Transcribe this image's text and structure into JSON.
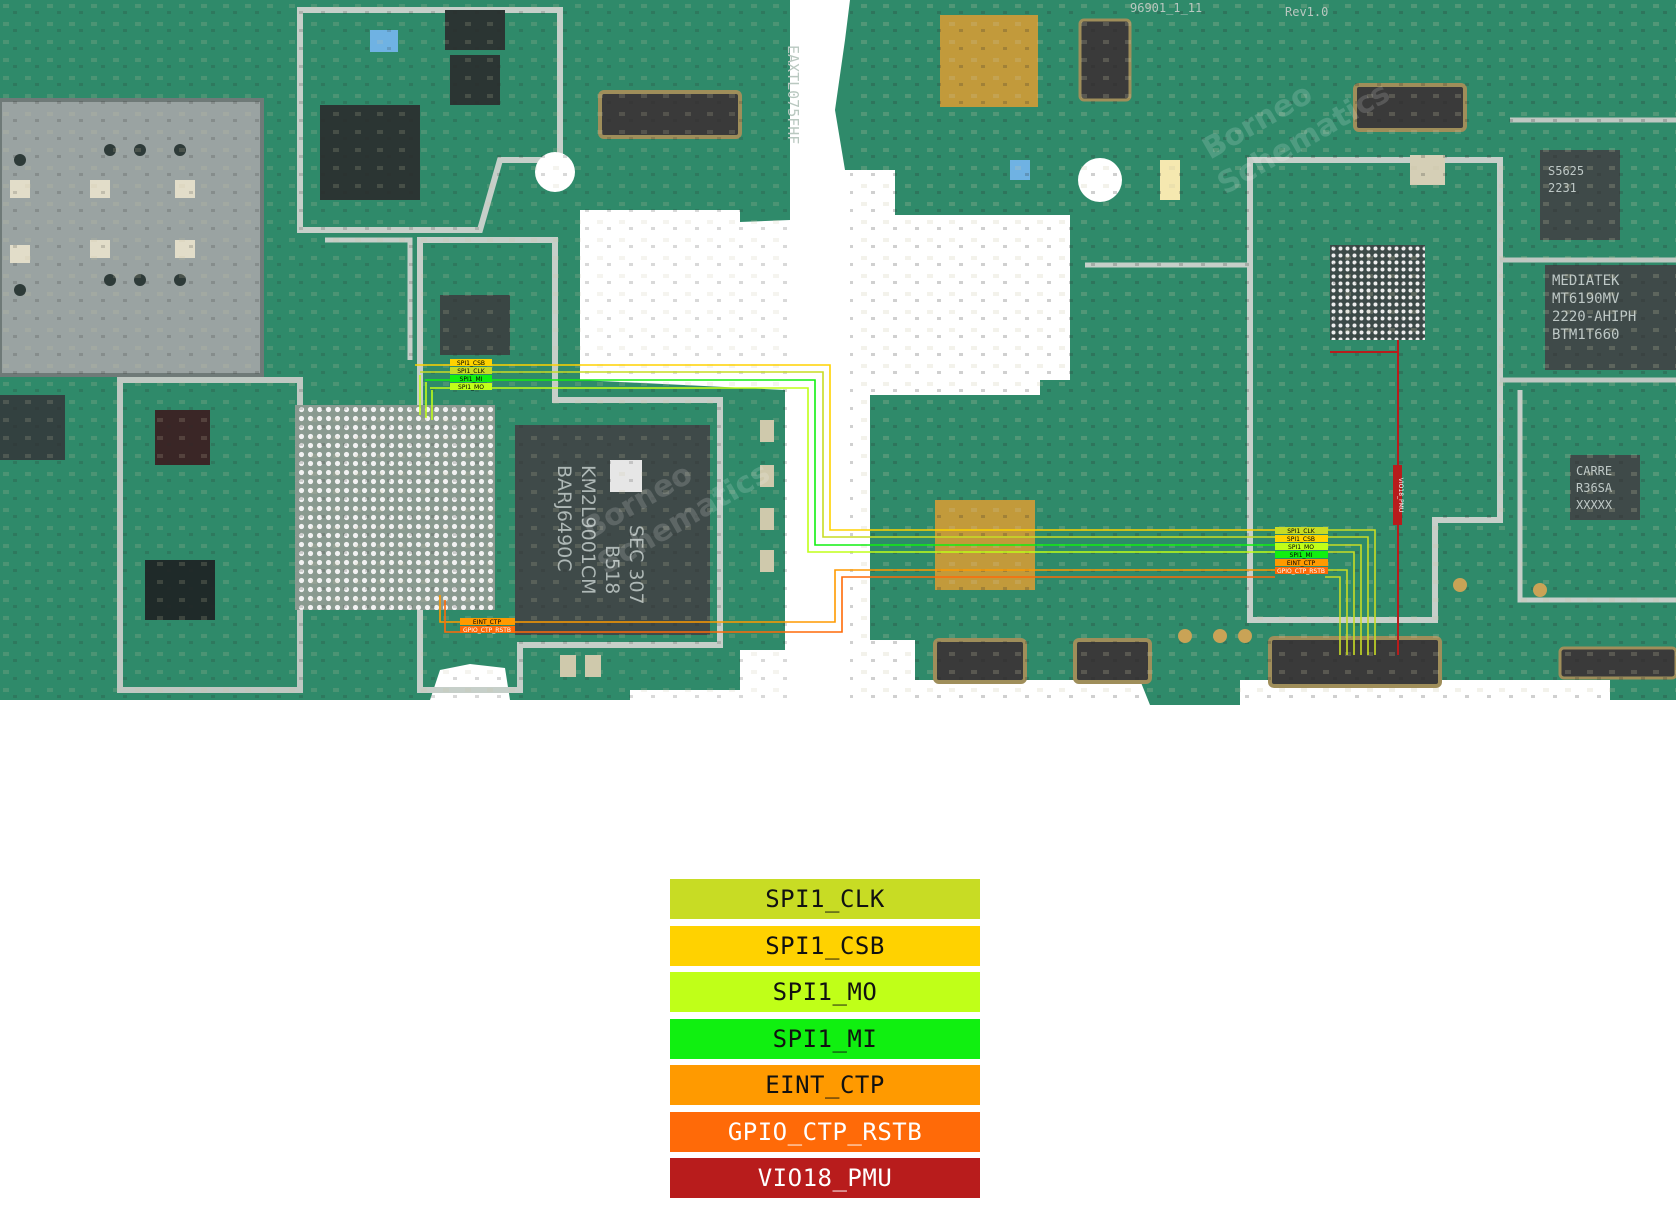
{
  "board": {
    "left_chips": {
      "memory_chip": [
        "SEC 307",
        "B518",
        "KM2L9001CM",
        "BARJ6490C"
      ],
      "sim_tray": "",
      "small_marking": "EAXTL075FHF"
    },
    "right_chips": {
      "mediatek_chip": [
        "MEDIATEK",
        "MT6190MV",
        "2220-AHIPH",
        "BTM1T660"
      ],
      "small_chip_a": [
        "S5625",
        "2231"
      ],
      "small_chip_b": [
        "CARRE",
        "R36SA",
        "XXXXX"
      ],
      "pcb_id": "96901_1_11",
      "rev": "Rev1.0"
    },
    "watermark": [
      "Borneo",
      "Schematics"
    ],
    "left_net_labels": [
      "SPI1_CSB",
      "SPI1_CLK",
      "SPI1_MI",
      "SPI1_MO"
    ],
    "left_net_labels_low": [
      "EINT_CTP",
      "GPIO_CTP_RSTB"
    ],
    "right_net_labels": [
      "SPI1_CLK",
      "SPI1_CSB",
      "SPI1_MO",
      "SPI1_MI",
      "EINT_CTP",
      "GPIO_CTP_RSTB"
    ],
    "vio_label": "VIO18_PMU"
  },
  "legend": [
    {
      "label": "SPI1_CLK",
      "color": "#c8dc24",
      "text_color": "#111111"
    },
    {
      "label": "SPI1_CSB",
      "color": "#ffd200",
      "text_color": "#111111"
    },
    {
      "label": "SPI1_MO",
      "color": "#c0ff18",
      "text_color": "#111111"
    },
    {
      "label": "SPI1_MI",
      "color": "#10f010",
      "text_color": "#111111"
    },
    {
      "label": "EINT_CTP",
      "color": "#ff9a00",
      "text_color": "#111111"
    },
    {
      "label": "GPIO_CTP_RSTB",
      "color": "#ff6a08",
      "text_color": "#ffffff"
    },
    {
      "label": "VIO18_PMU",
      "color": "#b81c1c",
      "text_color": "#ffffff"
    }
  ]
}
